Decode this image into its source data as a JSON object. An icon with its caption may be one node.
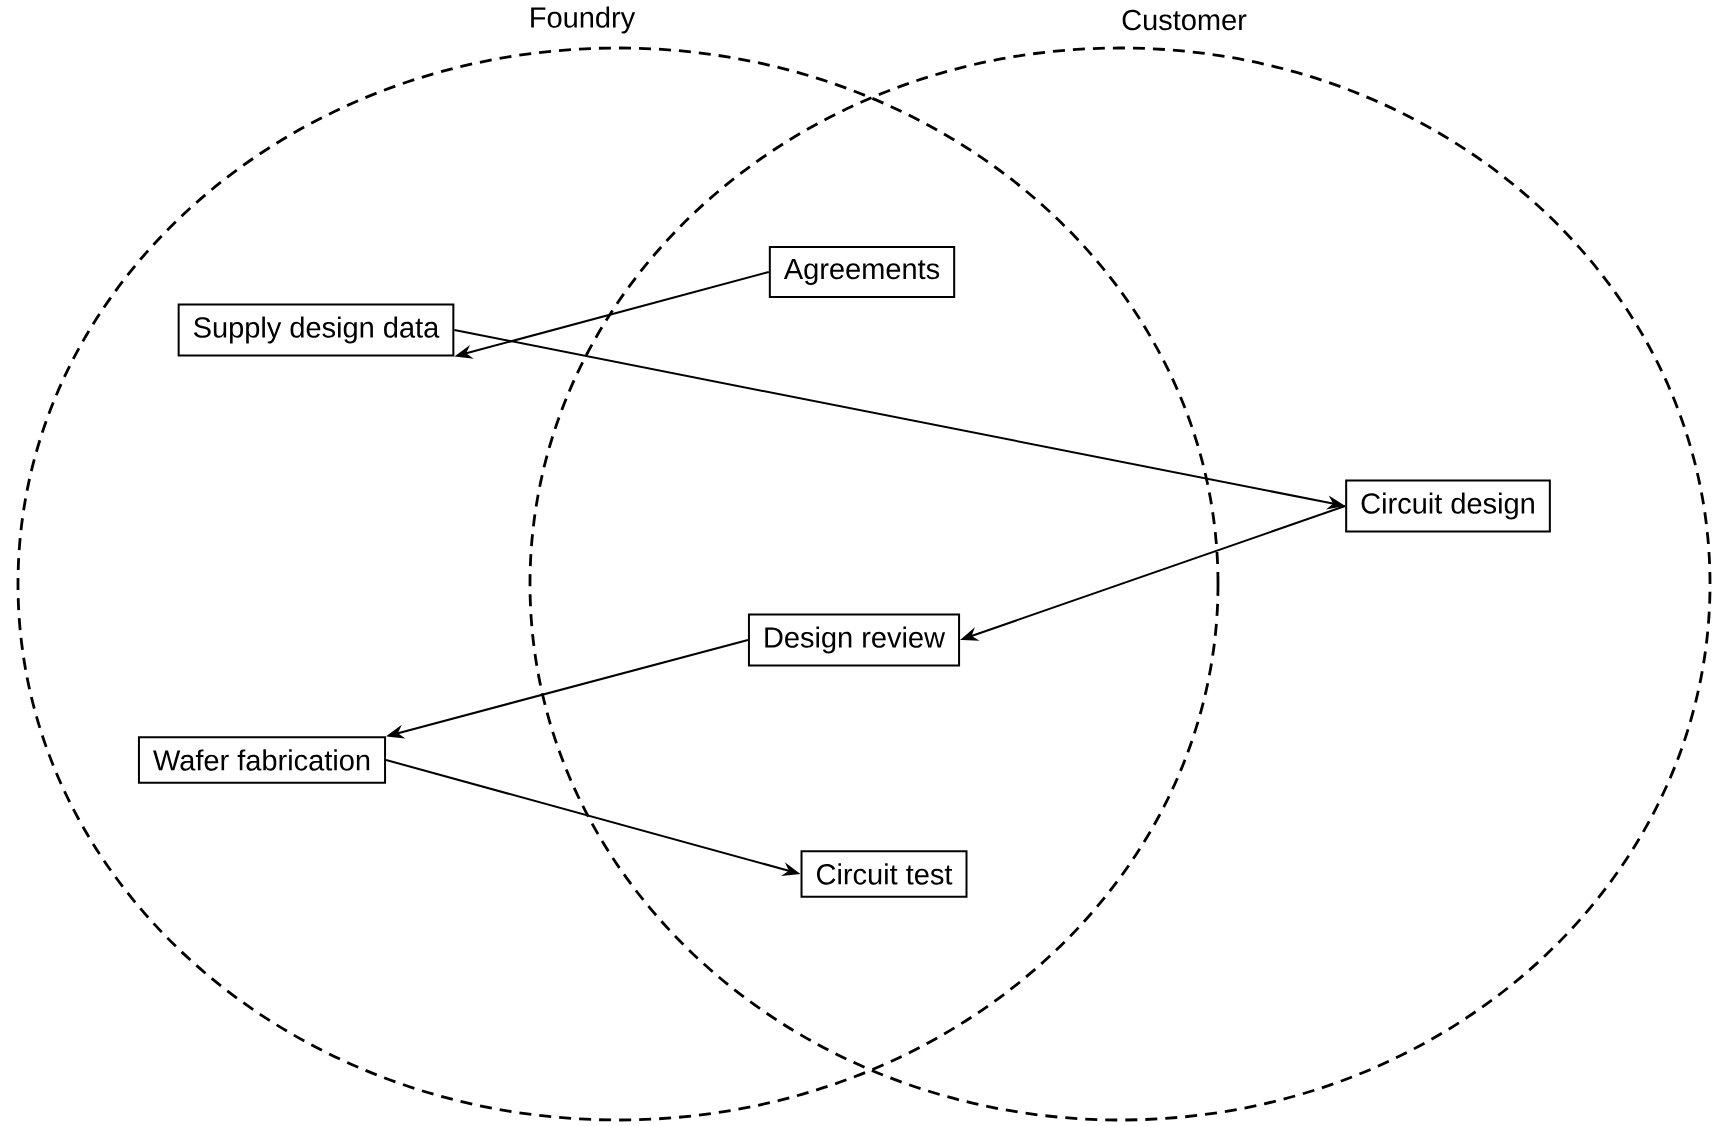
{
  "diagram": {
    "nodes": [
      {
        "text": [
          "Foundry"
        ]
      },
      {
        "text": [
          "Customer"
        ]
      },
      {
        "text": [
          "Agreements"
        ]
      },
      {
        "text": [
          "Supply design data"
        ],
        "in": 0
      },
      {
        "text": [
          "Circuit design"
        ],
        "in": 1
      },
      {
        "text": [
          "Design review"
        ]
      },
      {
        "text": [
          "Wafer fabrication"
        ],
        "in": 0
      },
      {
        "text": [
          "Circuit test"
        ]
      }
    ],
    "edges": [
      {
        "from": 2,
        "to": 3,
        "arrow": "to"
      },
      {
        "from": 3,
        "to": 4,
        "arrow": "to"
      },
      {
        "from": 4,
        "to": 5,
        "arrow": "to"
      },
      {
        "from": 5,
        "to": 6,
        "arrow": "to"
      },
      {
        "from": 6,
        "to": 7,
        "arrow": "to"
      }
    ]
  }
}
